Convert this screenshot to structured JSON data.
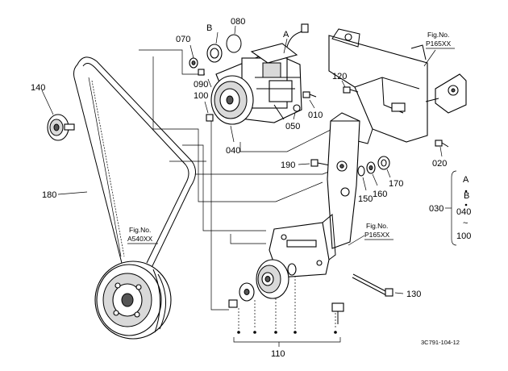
{
  "callouts": {
    "c070": "070",
    "c080": "080",
    "cA": "A",
    "cB": "B",
    "c090": "090",
    "c100": "100",
    "c120": "120",
    "c140": "140",
    "c010": "010",
    "c050": "050",
    "c040": "040",
    "c190": "190",
    "c170": "170",
    "c160": "160",
    "c150": "150",
    "c020": "020",
    "c180": "180",
    "c030": "030",
    "c130": "130",
    "c110": "110"
  },
  "group_030": {
    "a": "A",
    "b": "B",
    "c": "040",
    "tilde": "~",
    "d": "100"
  },
  "refs": {
    "fig_top_label": "Fig.No.",
    "fig_top_code": "P165XX",
    "fig_mid_label": "Fig.No.",
    "fig_mid_code": "P165XX",
    "fig_left_label": "Fig.No.",
    "fig_left_code": "A540XX"
  },
  "drawing_code": "3C791-104-12"
}
